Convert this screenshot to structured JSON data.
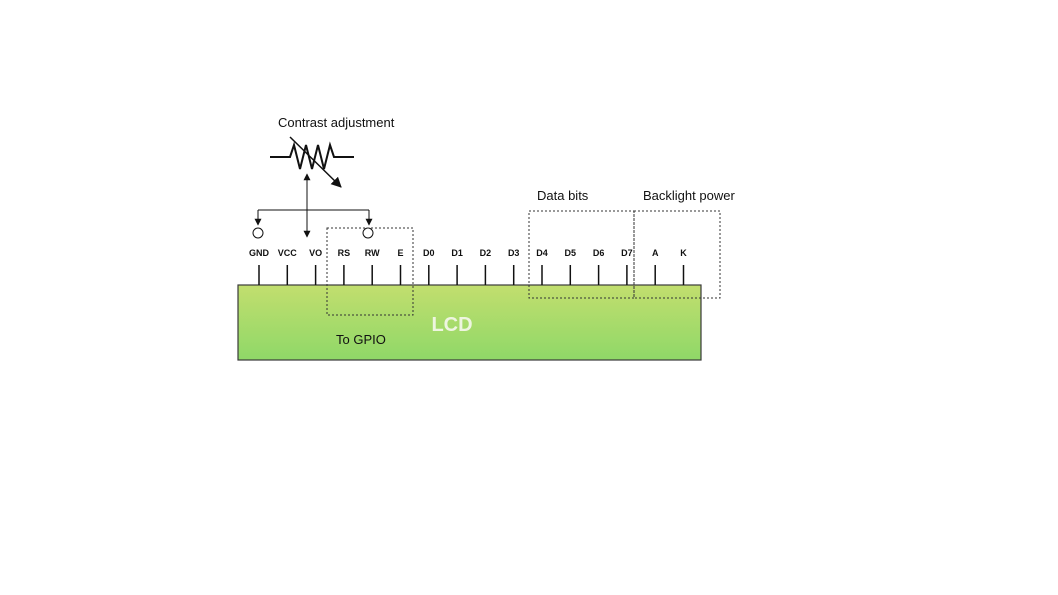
{
  "annotations": {
    "contrast": "Contrast adjustment",
    "data_bits": "Data bits",
    "backlight": "Backlight power",
    "gpio": "To GPIO"
  },
  "lcd": {
    "label": "LCD",
    "gradient_top": "#c2de6e",
    "gradient_bottom": "#8fd868",
    "border": "#3a3a3a"
  },
  "pins": [
    "GND",
    "VCC",
    "VO",
    "RS",
    "RW",
    "E",
    "D0",
    "D1",
    "D2",
    "D3",
    "D4",
    "D5",
    "D6",
    "D7",
    "A",
    "K"
  ]
}
